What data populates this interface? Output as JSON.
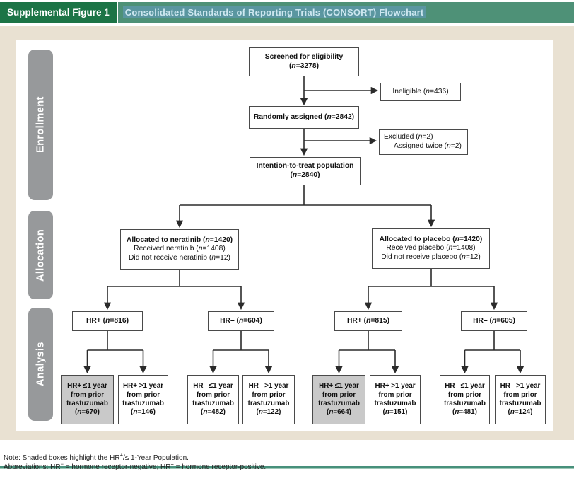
{
  "header": {
    "figure_label": "Supplemental Figure 1",
    "figure_title": "Consolidated Standards of Reporting Trials (CONSORT) Flowchart"
  },
  "side_labels": [
    {
      "id": "enrollment",
      "label": "Enrollment"
    },
    {
      "id": "allocation",
      "label": "Allocation"
    },
    {
      "id": "analysis",
      "label": "Analysis"
    }
  ],
  "flowchart": {
    "boxes": [
      {
        "id": "screened",
        "shaded": false,
        "lines": [
          {
            "text": "Screened for eligibility",
            "bold": true
          },
          {
            "text": "(n=3278)",
            "bold": true
          }
        ]
      },
      {
        "id": "ineligible",
        "shaded": false,
        "lines": [
          {
            "text": "Ineligible (n=436)",
            "bold": false
          }
        ]
      },
      {
        "id": "randomized",
        "shaded": false,
        "lines": [
          {
            "text": "Randomly assigned (n=2842)",
            "bold": true
          }
        ]
      },
      {
        "id": "excluded",
        "shaded": false,
        "lines": [
          {
            "text": "Excluded (n=2)",
            "bold": false
          },
          {
            "text": "Assigned twice (n=2)",
            "bold": false,
            "indent": true
          }
        ]
      },
      {
        "id": "itt",
        "shaded": false,
        "lines": [
          {
            "text": "Intention-to-treat population",
            "bold": true
          },
          {
            "text": "(n=2840)",
            "bold": true
          }
        ]
      },
      {
        "id": "neratinib",
        "shaded": false,
        "lines": [
          {
            "text": "Allocated to neratinib (n=1420)",
            "bold": true
          },
          {
            "text": "Received neratinib (n=1408)",
            "bold": false
          },
          {
            "text": "Did not receive neratinib (n=12)",
            "bold": false
          }
        ]
      },
      {
        "id": "placebo",
        "shaded": false,
        "lines": [
          {
            "text": "Allocated to placebo (n=1420)",
            "bold": true
          },
          {
            "text": "Received placebo (n=1408)",
            "bold": false
          },
          {
            "text": "Did not receive placebo (n=12)",
            "bold": false
          }
        ]
      },
      {
        "id": "hr_pos_ner",
        "shaded": false,
        "lines": [
          {
            "text": "HR+ (n=816)",
            "bold": true
          }
        ]
      },
      {
        "id": "hr_neg_ner",
        "shaded": false,
        "lines": [
          {
            "text": "HR– (n=604)",
            "bold": true
          }
        ]
      },
      {
        "id": "hr_pos_pla",
        "shaded": false,
        "lines": [
          {
            "text": "HR+ (n=815)",
            "bold": true
          }
        ]
      },
      {
        "id": "hr_neg_pla",
        "shaded": false,
        "lines": [
          {
            "text": "HR– (n=605)",
            "bold": true
          }
        ]
      },
      {
        "id": "leaf1",
        "shaded": true,
        "lines": [
          {
            "text": "HR+ ≤1 year",
            "bold": true
          },
          {
            "text": "from prior",
            "bold": true
          },
          {
            "text": "trastuzumab",
            "bold": true
          },
          {
            "text": "(n=670)",
            "bold": true
          }
        ]
      },
      {
        "id": "leaf2",
        "shaded": false,
        "lines": [
          {
            "text": "HR+ >1 year",
            "bold": true
          },
          {
            "text": "from prior",
            "bold": true
          },
          {
            "text": "trastuzumab",
            "bold": true
          },
          {
            "text": "(n=146)",
            "bold": true
          }
        ]
      },
      {
        "id": "leaf3",
        "shaded": false,
        "lines": [
          {
            "text": "HR– ≤1 year",
            "bold": true
          },
          {
            "text": "from prior",
            "bold": true
          },
          {
            "text": "trastuzumab",
            "bold": true
          },
          {
            "text": "(n=482)",
            "bold": true
          }
        ]
      },
      {
        "id": "leaf4",
        "shaded": false,
        "lines": [
          {
            "text": "HR– >1 year",
            "bold": true
          },
          {
            "text": "from prior",
            "bold": true
          },
          {
            "text": "trastuzumab",
            "bold": true
          },
          {
            "text": "(n=122)",
            "bold": true
          }
        ]
      },
      {
        "id": "leaf5",
        "shaded": true,
        "lines": [
          {
            "text": "HR+ ≤1 year",
            "bold": true
          },
          {
            "text": "from prior",
            "bold": true
          },
          {
            "text": "trastuzumab",
            "bold": true
          },
          {
            "text": "(n=664)",
            "bold": true
          }
        ]
      },
      {
        "id": "leaf6",
        "shaded": false,
        "lines": [
          {
            "text": "HR+ >1 year",
            "bold": true
          },
          {
            "text": "from prior",
            "bold": true
          },
          {
            "text": "trastuzumab",
            "bold": true
          },
          {
            "text": "(n=151)",
            "bold": true
          }
        ]
      },
      {
        "id": "leaf7",
        "shaded": false,
        "lines": [
          {
            "text": "HR– ≤1 year",
            "bold": true
          },
          {
            "text": "from prior",
            "bold": true
          },
          {
            "text": "trastuzumab",
            "bold": true
          },
          {
            "text": "(n=481)",
            "bold": true
          }
        ]
      },
      {
        "id": "leaf8",
        "shaded": false,
        "lines": [
          {
            "text": "HR– >1 year",
            "bold": true
          },
          {
            "text": "from prior",
            "bold": true
          },
          {
            "text": "trastuzumab",
            "bold": true
          },
          {
            "text": "(n=124)",
            "bold": true
          }
        ]
      }
    ]
  },
  "notes": {
    "note": "Note: Shaded boxes highlight the HR+/≤ 1-Year Population.",
    "abbreviations": "Abbreviations: HR− = hormone receptor-negative; HR+ = hormone receptor-positive."
  },
  "colors": {
    "header_green": "#1c7446",
    "header_teal": "#4e9177",
    "title_highlight": "#5a96a0",
    "title_text": "#cde7f0",
    "panel_cream": "#e9e1d2",
    "label_gray": "#97999b",
    "shaded_box": "#c9c9c9",
    "rule_teal": "#47907b"
  }
}
